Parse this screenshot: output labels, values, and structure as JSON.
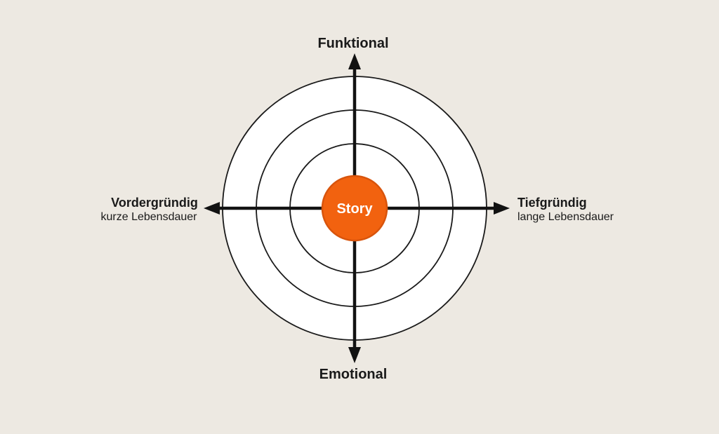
{
  "page": {
    "background_color": "#EDE9E2"
  },
  "diagram": {
    "type": "target-axes-diagram",
    "center": {
      "label": "Story"
    },
    "axes": {
      "top": {
        "label": "Funktional"
      },
      "bottom": {
        "label": "Emotional"
      },
      "left": {
        "label": "Vordergründig",
        "sublabel": "kurze Lebensdauer"
      },
      "right": {
        "label": "Tiefgründig",
        "sublabel": "lange Lebensdauer"
      }
    },
    "rings": {
      "count": 3
    },
    "colors": {
      "background": "#EDE9E2",
      "ring_fill": "#FFFFFF",
      "ring_stroke": "#1A1A1A",
      "axis_line": "#121212",
      "center_fill": "#F2620F",
      "center_stroke": "#D8540C",
      "center_text": "#FFFFFF",
      "label_text": "#1A1A1A"
    }
  }
}
